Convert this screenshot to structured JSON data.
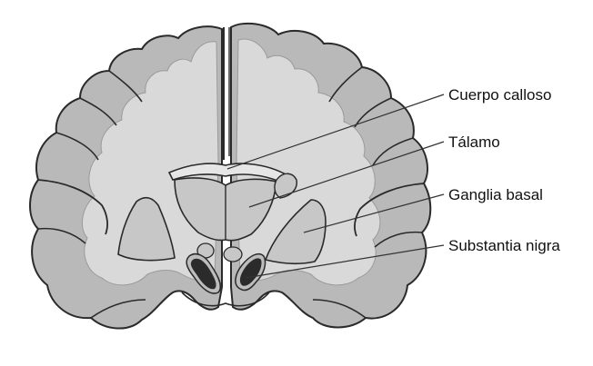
{
  "diagram": {
    "labels": [
      {
        "id": "cuerpo-calloso",
        "text": "Cuerpo calloso"
      },
      {
        "id": "talamo",
        "text": "Tálamo"
      },
      {
        "id": "ganglia-basal",
        "text": "Ganglia basal"
      },
      {
        "id": "substantia-nigra",
        "text": "Substantia nigra"
      }
    ]
  },
  "colors": {
    "cortex_gray": "#b9b9b9",
    "white_matter": "#d9d9d9",
    "deep_nuclei": "#c7c7c7",
    "substantia_nigra": "#2b2b2b",
    "outline": "#2a2a2a",
    "leader_line": "#333333"
  }
}
